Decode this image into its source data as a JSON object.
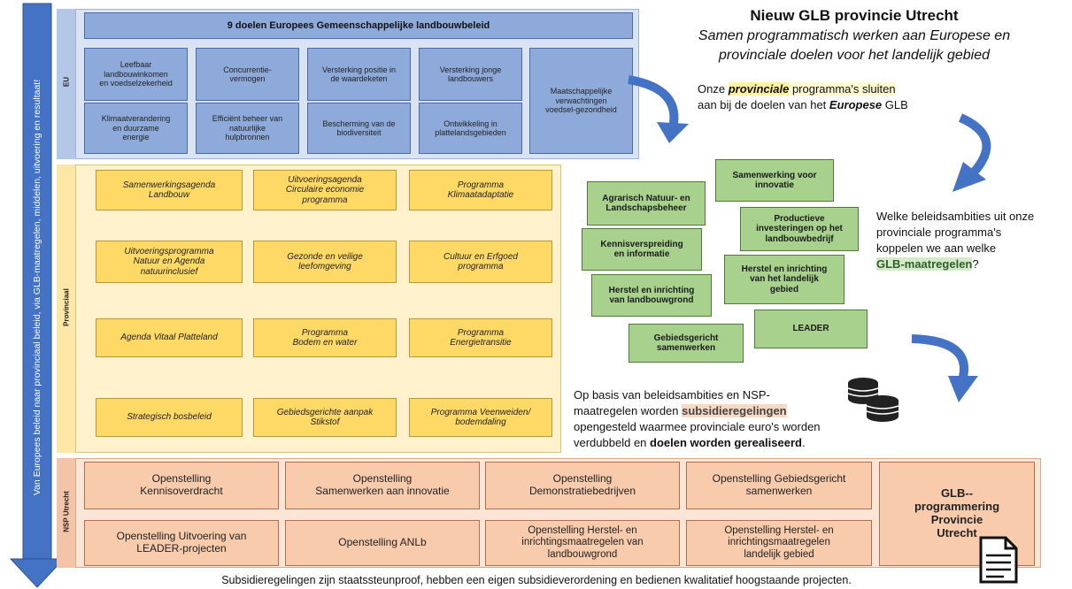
{
  "header": {
    "title": "Nieuw GLB provincie Utrecht",
    "subtitle_line1": "Samen programmatisch werken aan Europese en",
    "subtitle_line2": "provinciale doelen voor het landelijk gebied"
  },
  "side_arrow_text": "Van Europees beleid naar provinciaal beleid, via GLB-maatregelen, middelen, uitvoering en resultaat!",
  "bands": {
    "eu": "EU",
    "prov": "Provinciaal",
    "nsp": "NSP Utrecht"
  },
  "eu": {
    "title": "9 doelen Europees Gemeenschappelijke landbouwbeleid",
    "goals": [
      "Leefbaar\nlandbouwinkomen\nen voedselzekerheid",
      "Concurrentie-\nvermogen",
      "Versterking positie in\nde waardeketen",
      "Versterking jonge\nlandbouwers",
      "Maatschappelijke\nverwachtingen\nvoedsel-gezondheid",
      "Klimaatverandering\nen duurzame\nenergie",
      "Efficiënt beheer van\nnatuurlijke\nhulpbronnen",
      "Bescherming van de\nbiodiversiteit",
      "Ontwikkeling in\nplattelandsgebieden"
    ]
  },
  "provinciaal": {
    "programs": [
      "Samenwerkingsagenda\nLandbouw",
      "Uitvoeringsagenda\nCirculaire economie\nprogramma",
      "Programma\nKlimaatadaptatie",
      "Uitvoeringsprogramma\nNatuur en Agenda\nnatuurinclusief",
      "Gezonde en veilige\nleefomgeving",
      "Cultuur en Erfgoed\nprogramma",
      "Agenda Vitaal Platteland",
      "Programma\nBodem en water",
      "Programma\nEnergietransitie",
      "Strategisch bosbeleid",
      "Gebiedsgerichte aanpak\nStikstof",
      "Programma Veenweiden/\nbodemdaling"
    ]
  },
  "glb_measures": [
    "Samenwerking voor\ninnovatie",
    "Agrarisch Natuur- en\nLandschapsbeheer",
    "Productieve\ninvesteringen op het\nlandbouwbedrijf",
    "Kennisverspreiding\nen informatie",
    "Herstel en inrichting\nvan het landelijk\ngebied",
    "Herstel en inrichting\nvan landbouwgrond",
    "LEADER",
    "Gebiedsgericht\nsamenwerken"
  ],
  "note1": {
    "pre": "Onze ",
    "highlight": "provinciale",
    "mid": " programma's sluiten",
    "line2_pre": "aan bij de doelen van het ",
    "line2_bold": "Europese",
    "line2_post": " GLB"
  },
  "note2": {
    "line1": "Welke beleidsambities uit onze",
    "line2": "provinciale programma's",
    "line3": "koppelen we aan welke",
    "highlight": "GLB-maatregelen",
    "end": "?"
  },
  "note3": {
    "line1": "Op basis van beleidsambities en NSP-",
    "line2_pre": "maatregelen worden ",
    "line2_hl": "subsidieregelingen",
    "line3": "opengesteld waarmee provinciale euro's worden",
    "line4_pre": "verdubbeld en ",
    "line4_bold": "doelen worden gerealiseerd",
    "line4_post": "."
  },
  "nsp": {
    "items": [
      "Openstelling\nKennisoverdracht",
      "Openstelling\nSamenwerken aan innovatie",
      "Openstelling\nDemonstratiebedrijven",
      "Openstelling Gebiedsgericht\nsamenwerken",
      "Openstelling Uitvoering van\nLEADER-projecten",
      "Openstelling ANLb",
      "Openstelling Herstel- en\ninrichtingsmaatregelen van\nlandbouwgrond",
      "Openstelling Herstel- en\ninrichtingsmaatregelen\nlandelijk gebied"
    ],
    "programmering": "GLB--\nprogrammering\nProvincie\nUtrecht"
  },
  "footer": "Subsidieregelingen zijn staatssteunproof, hebben een eigen subsidieverordening en bedienen kwalitatief hoogstaande projecten.",
  "colors": {
    "eu": "#8eaadb",
    "prov": "#ffd966",
    "green": "#a9d18e",
    "nsp": "#f8cbad",
    "arrow": "#4472c4"
  }
}
